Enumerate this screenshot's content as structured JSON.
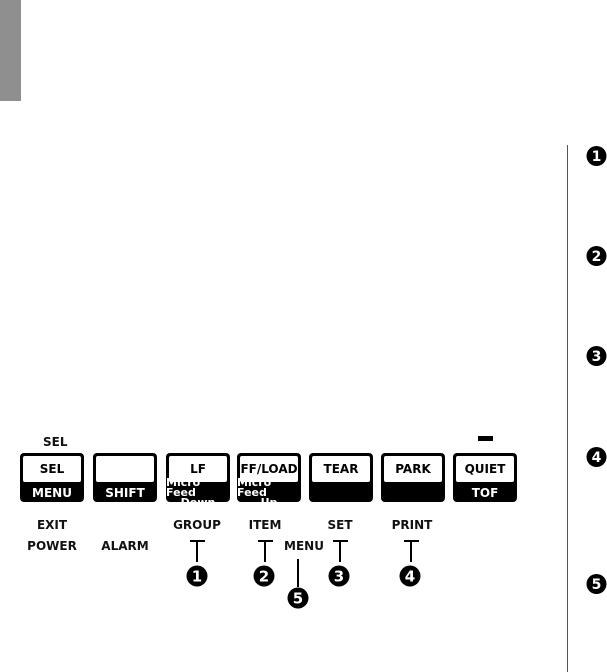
{
  "panel_label_top": "SEL",
  "keys": [
    {
      "id": "sel",
      "top": "SEL",
      "bottom": [
        "MENU"
      ]
    },
    {
      "id": "shift",
      "top": "",
      "bottom": [
        "SHIFT"
      ]
    },
    {
      "id": "lf",
      "top": "LF",
      "bottom": [
        "Micro Feed",
        "Down"
      ]
    },
    {
      "id": "ffload",
      "top": "FF/LOAD",
      "bottom": [
        "Micro Feed",
        "Up"
      ]
    },
    {
      "id": "tear",
      "top": "TEAR",
      "bottom": []
    },
    {
      "id": "park",
      "top": "PARK",
      "bottom": []
    },
    {
      "id": "quiet",
      "top": "QUIET",
      "bottom": [
        "TOF"
      ]
    }
  ],
  "below_labels": {
    "exit": "EXIT",
    "power": "POWER",
    "alarm": "ALARM",
    "group": "GROUP",
    "item": "ITEM",
    "menu": "MENU",
    "set": "SET",
    "print": "PRINT"
  },
  "callouts": [
    {
      "number": 1,
      "label_ref": "GROUP"
    },
    {
      "number": 2,
      "label_ref": "ITEM"
    },
    {
      "number": 3,
      "label_ref": "SET"
    },
    {
      "number": 4,
      "label_ref": "PRINT"
    },
    {
      "number": 5,
      "label_ref": "MENU"
    }
  ],
  "side_numbers": [
    1,
    2,
    3,
    4,
    5
  ],
  "colors": {
    "tab_gray": "#8f8f8f",
    "key_black": "#000000",
    "background": "#ffffff"
  }
}
